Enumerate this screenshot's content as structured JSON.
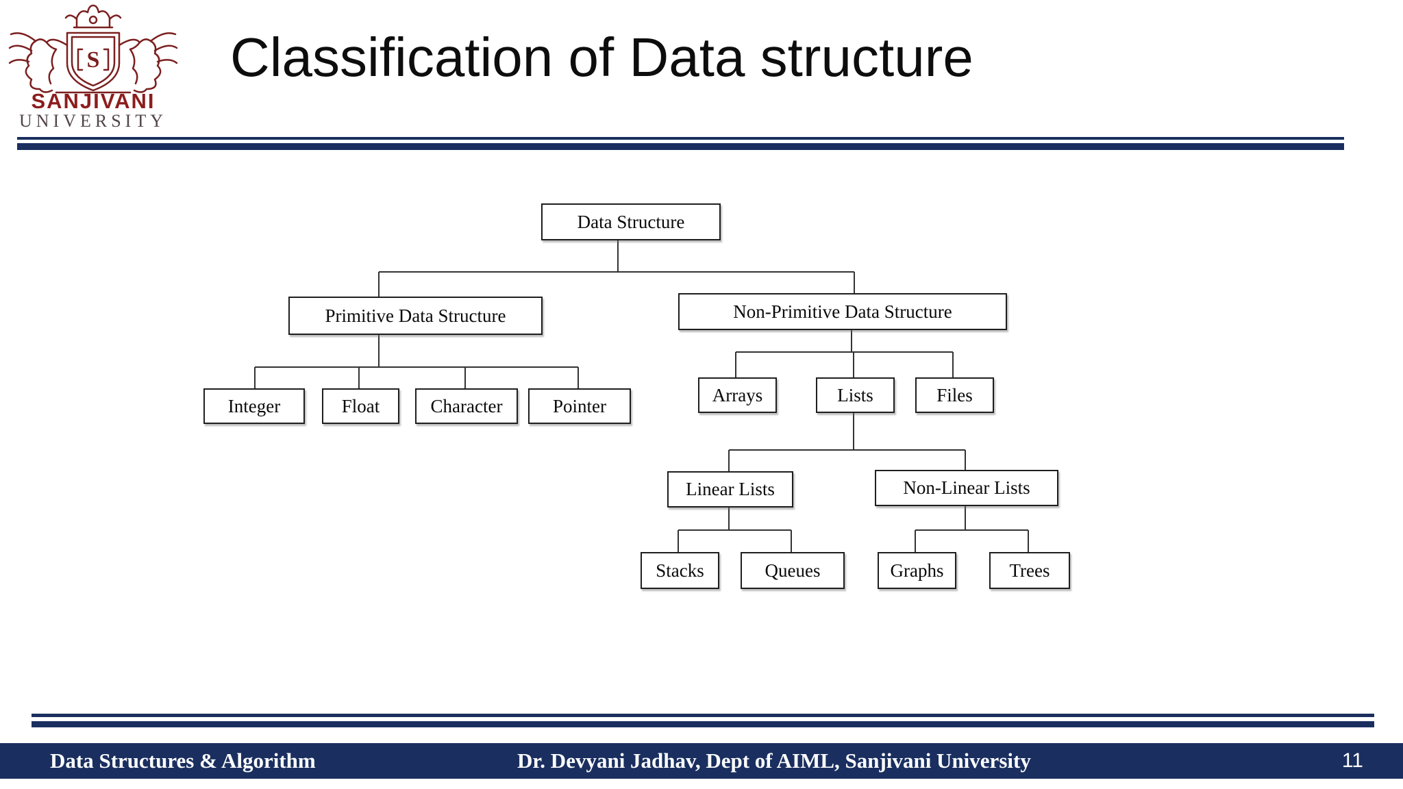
{
  "slide": {
    "title": "Classification of Data structure",
    "page_number": "11"
  },
  "logo": {
    "monogram": "S",
    "name": "SANJIVANI",
    "subtitle": "UNIVERSITY"
  },
  "diagram": {
    "nodes": [
      {
        "id": "data-structure",
        "label": "Data Structure",
        "parent": null
      },
      {
        "id": "primitive-data-structure",
        "label": "Primitive Data Structure",
        "parent": "data-structure"
      },
      {
        "id": "non-primitive-data-structure",
        "label": "Non-Primitive Data Structure",
        "parent": "data-structure"
      },
      {
        "id": "integer",
        "label": "Integer",
        "parent": "primitive-data-structure"
      },
      {
        "id": "float",
        "label": "Float",
        "parent": "primitive-data-structure"
      },
      {
        "id": "character",
        "label": "Character",
        "parent": "primitive-data-structure"
      },
      {
        "id": "pointer",
        "label": "Pointer",
        "parent": "primitive-data-structure"
      },
      {
        "id": "arrays",
        "label": "Arrays",
        "parent": "non-primitive-data-structure"
      },
      {
        "id": "lists",
        "label": "Lists",
        "parent": "non-primitive-data-structure"
      },
      {
        "id": "files",
        "label": "Files",
        "parent": "non-primitive-data-structure"
      },
      {
        "id": "linear-lists",
        "label": "Linear Lists",
        "parent": "lists"
      },
      {
        "id": "non-linear-lists",
        "label": "Non-Linear Lists",
        "parent": "lists"
      },
      {
        "id": "stacks",
        "label": "Stacks",
        "parent": "linear-lists"
      },
      {
        "id": "queues",
        "label": "Queues",
        "parent": "linear-lists"
      },
      {
        "id": "graphs",
        "label": "Graphs",
        "parent": "non-linear-lists"
      },
      {
        "id": "trees",
        "label": "Trees",
        "parent": "non-linear-lists"
      }
    ]
  },
  "footer": {
    "course": "Data Structures & Algorithm",
    "credit": "Dr. Devyani Jadhav, Dept of AIML, Sanjivani University"
  },
  "colors": {
    "accent_navy": "#1A2F5F",
    "logo_maroon": "#7B1F1F",
    "logo_name_maroon": "#8C1D1D",
    "diagram_line": "#333333",
    "background": "#FFFFFF"
  }
}
